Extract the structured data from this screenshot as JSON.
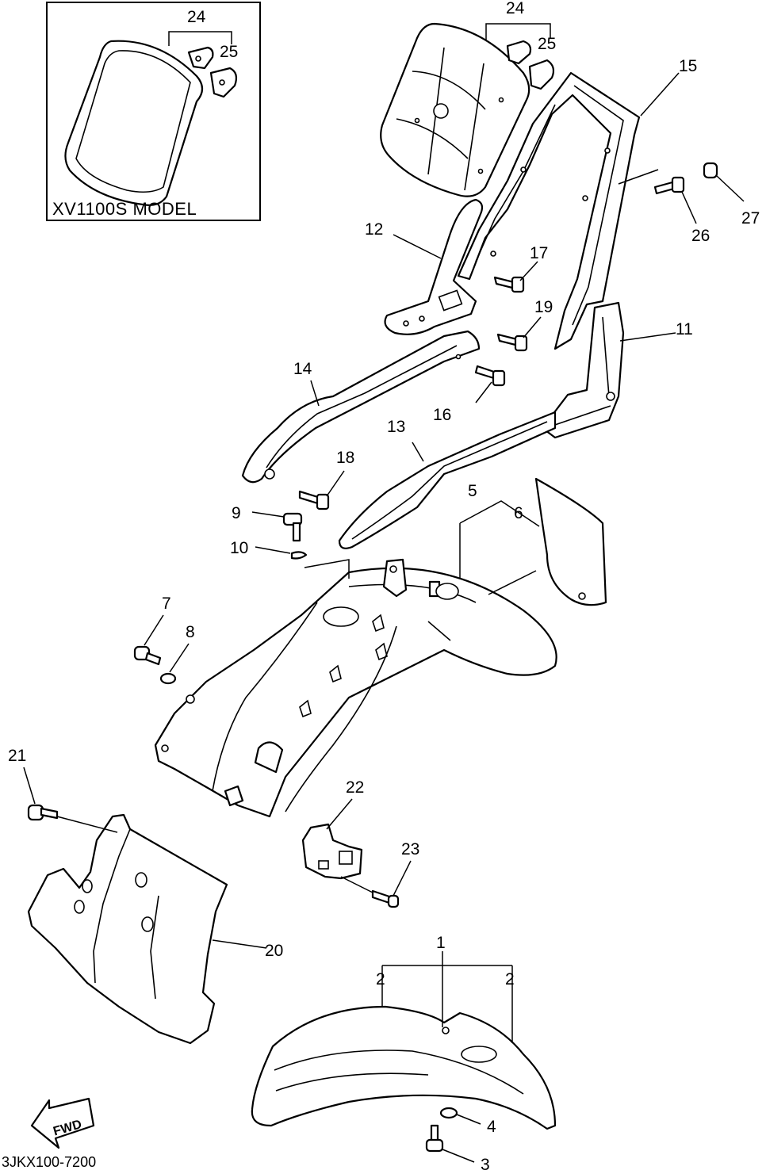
{
  "inset": {
    "title": "XV1100S MODEL"
  },
  "drawing_code": "3JKX100-7200",
  "fwd_label": "FWD",
  "callouts": {
    "c1": "1",
    "c2a": "2",
    "c2b": "2",
    "c3": "3",
    "c4": "4",
    "c5": "5",
    "c6": "6",
    "c7": "7",
    "c8": "8",
    "c9": "9",
    "c10": "10",
    "c11": "11",
    "c12": "12",
    "c13": "13",
    "c14": "14",
    "c15": "15",
    "c16": "16",
    "c17": "17",
    "c18": "18",
    "c19": "19",
    "c20": "20",
    "c21": "21",
    "c22": "22",
    "c23": "23",
    "c24a": "24",
    "c25a": "25",
    "c24b": "24",
    "c25b": "25",
    "c26": "26",
    "c27": "27"
  }
}
